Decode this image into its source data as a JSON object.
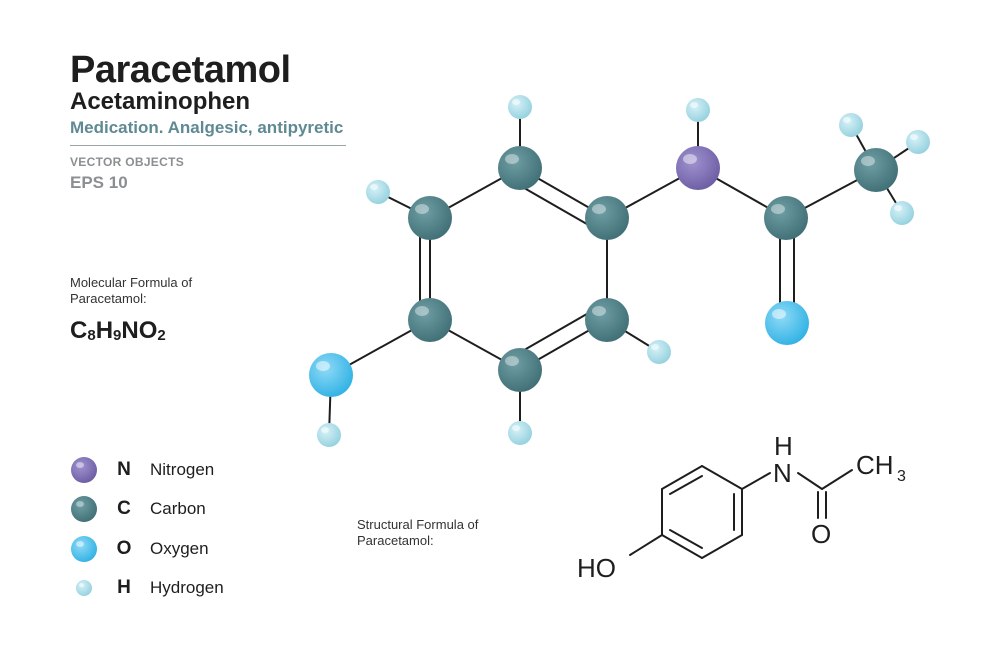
{
  "header": {
    "title": "Paracetamol",
    "subtitle": "Acetaminophen",
    "description": "Medication. Analgesic, antipyretic",
    "vector_label": "VECTOR OBJECTS",
    "eps_label": "EPS 10"
  },
  "molecular_formula": {
    "label": "Molecular Formula of Paracetamol:",
    "parts": [
      {
        "el": "C",
        "n": "8"
      },
      {
        "el": "H",
        "n": "9"
      },
      {
        "el": "N",
        "n": ""
      },
      {
        "el": "O",
        "n": "2"
      }
    ]
  },
  "legend": [
    {
      "symbol": "N",
      "name": "Nitrogen",
      "color": "#7a6aaf",
      "size": "large"
    },
    {
      "symbol": "C",
      "name": "Carbon",
      "color": "#4c7e85",
      "size": "large"
    },
    {
      "symbol": "O",
      "name": "Oxygen",
      "color": "#4cc1ec",
      "size": "large"
    },
    {
      "symbol": "H",
      "name": "Hydrogen",
      "color": "#a8dce8",
      "size": "small"
    }
  ],
  "structural_formula": {
    "label": "Structural  Formula of Paracetamol:",
    "labels": {
      "n": "N",
      "h": "H",
      "o": "O",
      "ho": "HO",
      "ch": "CH",
      "sub3": "3"
    }
  },
  "colors": {
    "nitrogen": "#7a6aaf",
    "carbon": "#4c7e85",
    "oxygen": "#4cc1ec",
    "hydrogen": "#a8dce8",
    "accent": "#5f8a93"
  }
}
